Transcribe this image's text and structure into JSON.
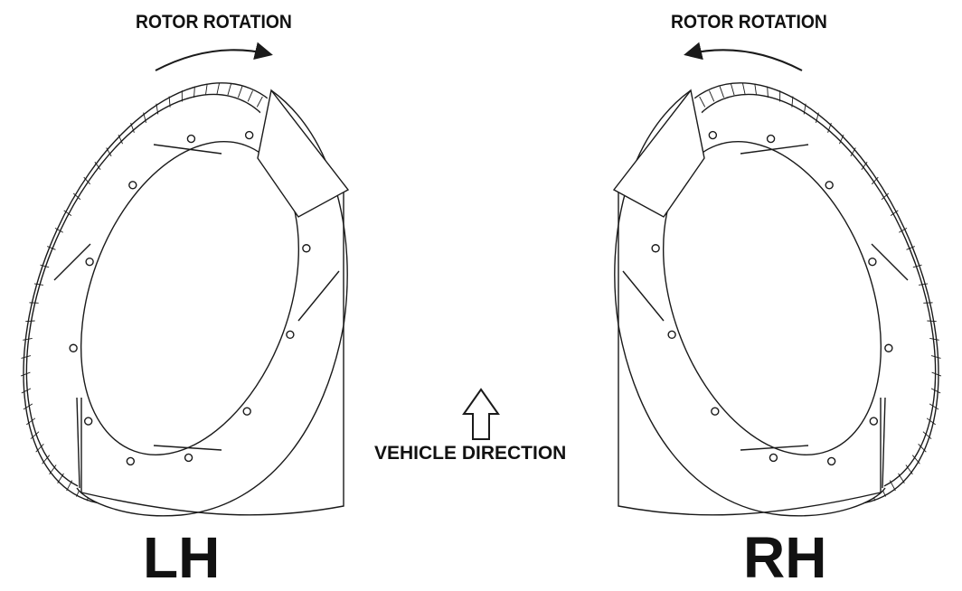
{
  "labels": {
    "left_rotation": "ROTOR ROTATION",
    "right_rotation": "ROTOR ROTATION",
    "vehicle_direction": "VEHICLE DIRECTION",
    "left_side": "LH",
    "right_side": "RH"
  },
  "icons": {
    "left_rotation_arrow": "curved-arrow-clockwise-icon",
    "right_rotation_arrow": "curved-arrow-counterclockwise-icon",
    "vehicle_direction_arrow": "up-arrow-outline-icon"
  },
  "colors": {
    "line": "#1a1a1a",
    "background": "#ffffff"
  }
}
